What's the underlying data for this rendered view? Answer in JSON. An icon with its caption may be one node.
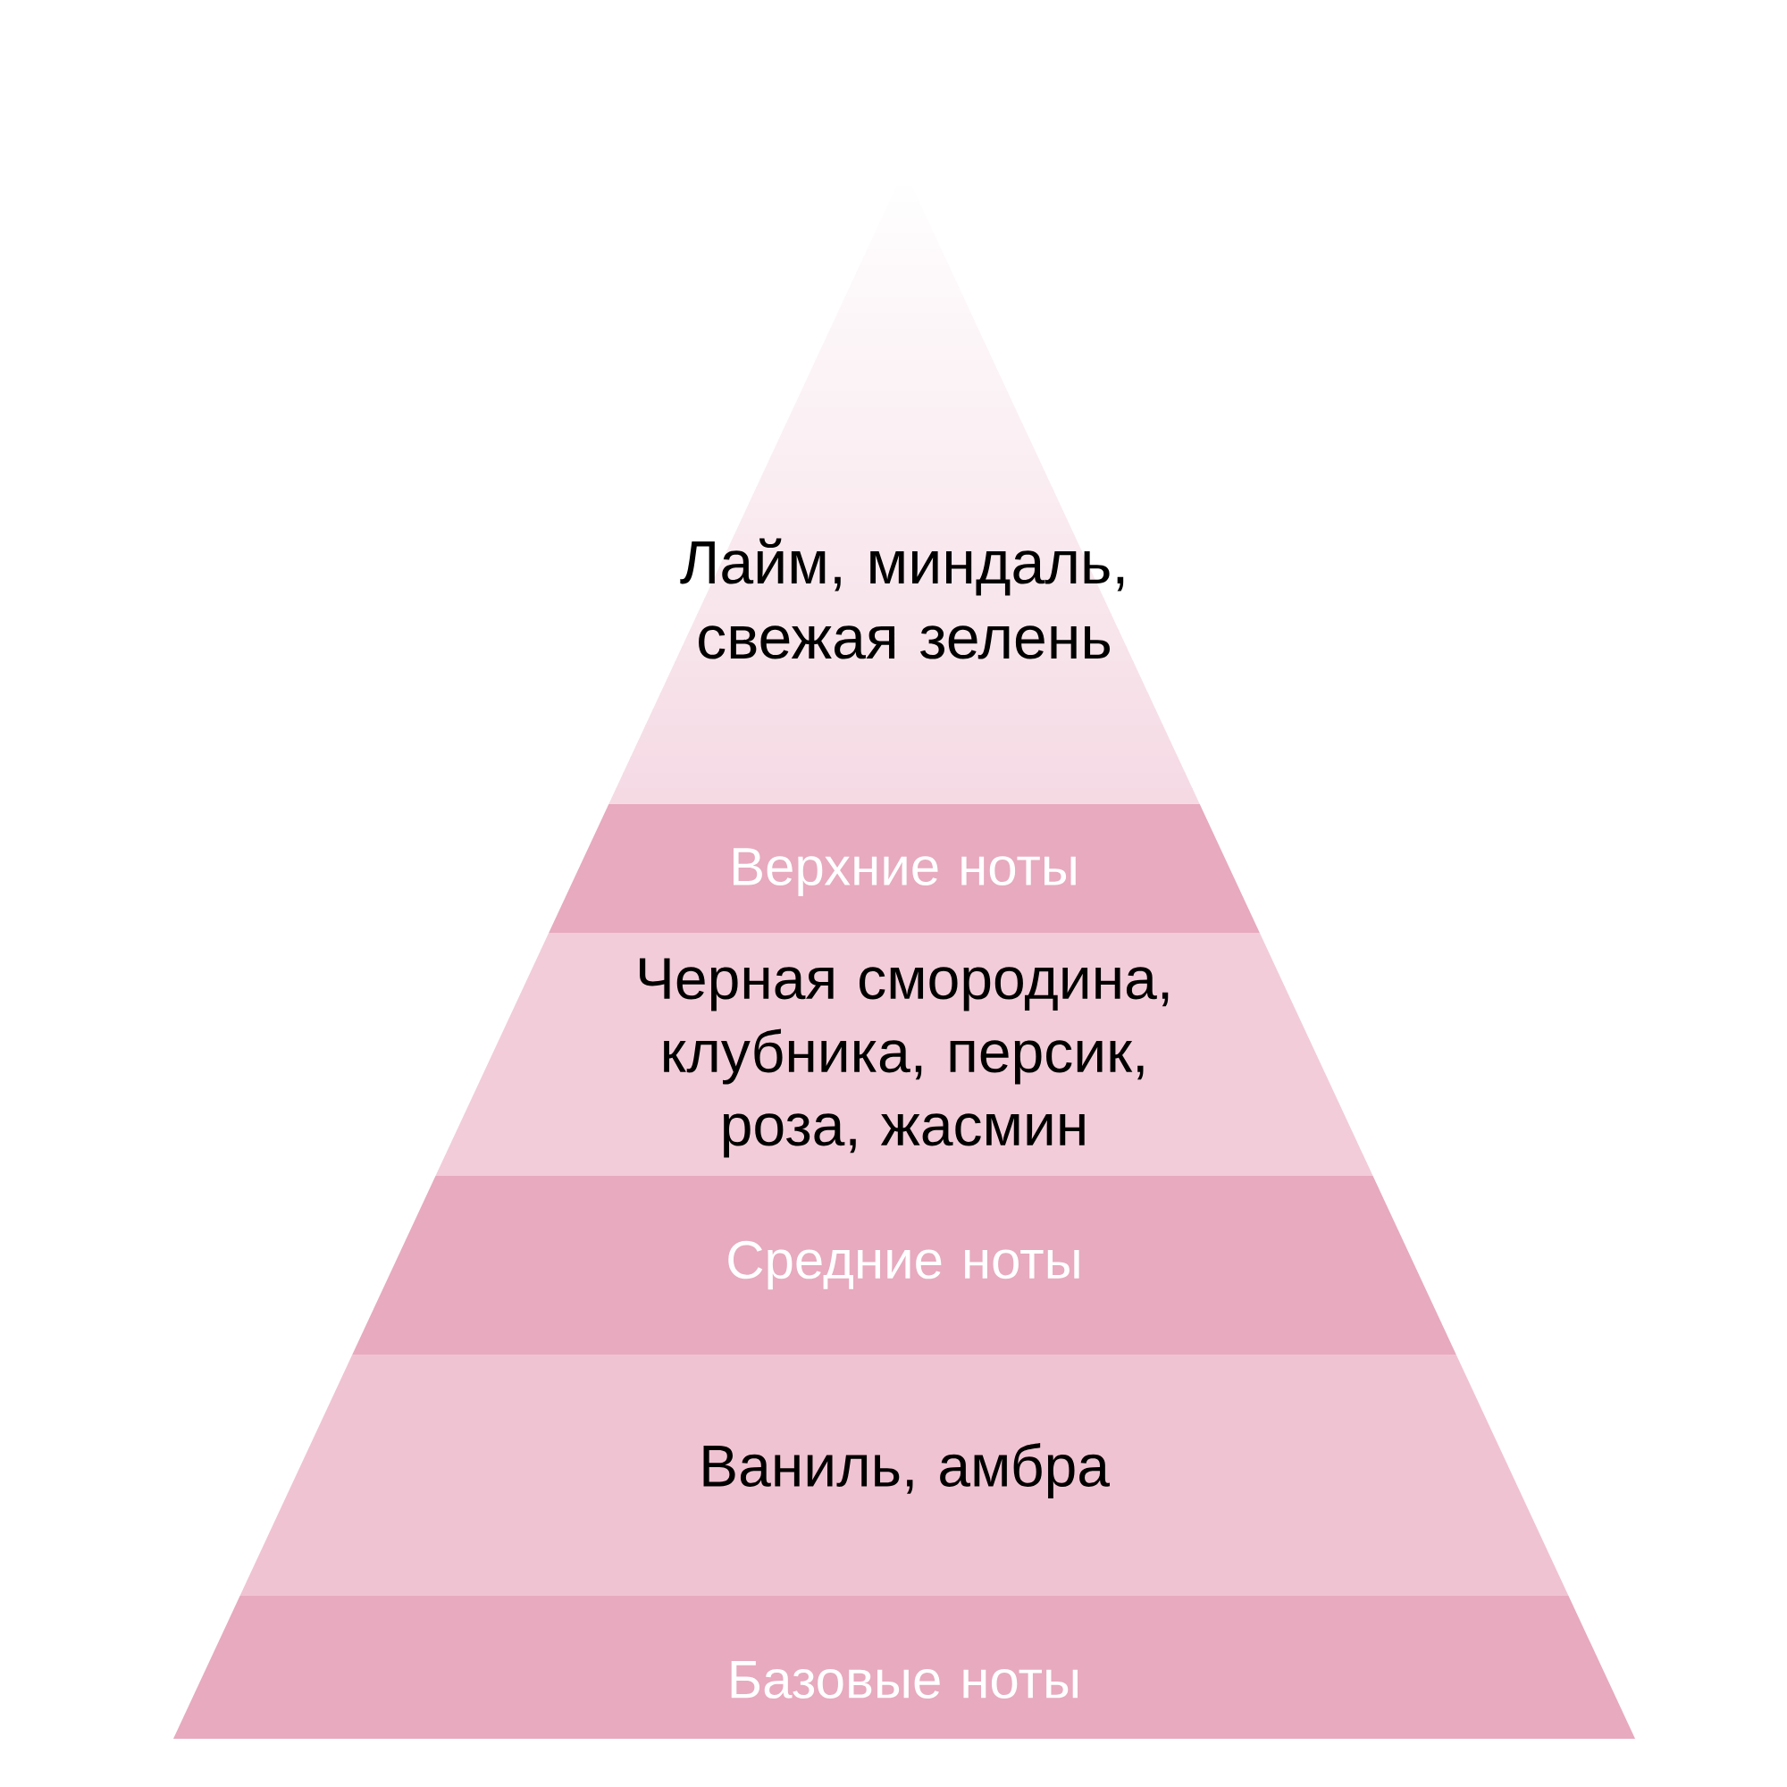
{
  "diagram": {
    "nodes": [
      {
        "text": [
          "Лайм, миндаль, свежая зелень"
        ]
      },
      {
        "text": [
          "Верхние ноты"
        ]
      },
      {
        "text": [
          "Черная смородина, клубника, персик, роза, жасмин"
        ]
      },
      {
        "text": [
          "Средние ноты"
        ]
      },
      {
        "text": [
          "Ваниль, амбра"
        ]
      },
      {
        "text": [
          "Базовые ноты"
        ]
      }
    ]
  }
}
